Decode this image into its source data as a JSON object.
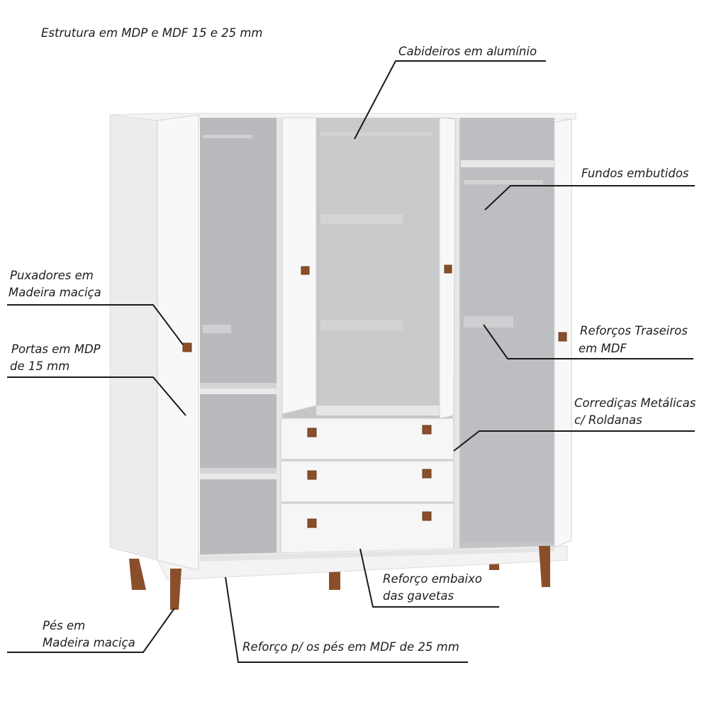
{
  "colors": {
    "cabinet_white": "#f7f7f7",
    "interior_gray": "#bfc0c2",
    "interior_dark": "#a9aaad",
    "wood": "#8a4f2a",
    "wood_dark": "#6b3a1d",
    "line": "#1a1a1a"
  },
  "labels": {
    "estrutura": "Estrutura em MDP e MDF 15 e 25 mm",
    "cabideiros": "Cabideiros em alumínio",
    "fundos": "Fundos embutidos",
    "puxadores_1": "Puxadores em",
    "puxadores_2": "Madeira maciça",
    "portas_1": "Portas em MDP",
    "portas_2": "de 15 mm",
    "reforcos_1": "Reforços Traseiros",
    "reforcos_2": "em MDF",
    "corredicas_1": "Corrediças Metálicas",
    "corredicas_2": "c/ Roldanas",
    "reforco_gav_1": "Reforço embaixo",
    "reforco_gav_2": "das gavetas",
    "pes_1": "Pés em",
    "pes_2": "Madeira maciça",
    "reforco_pes": "Reforço p/ os pés em MDF de 25 mm"
  },
  "icons": {
    "wardrobe": "wardrobe-illustration",
    "knob": "square-wood-knob-icon"
  }
}
